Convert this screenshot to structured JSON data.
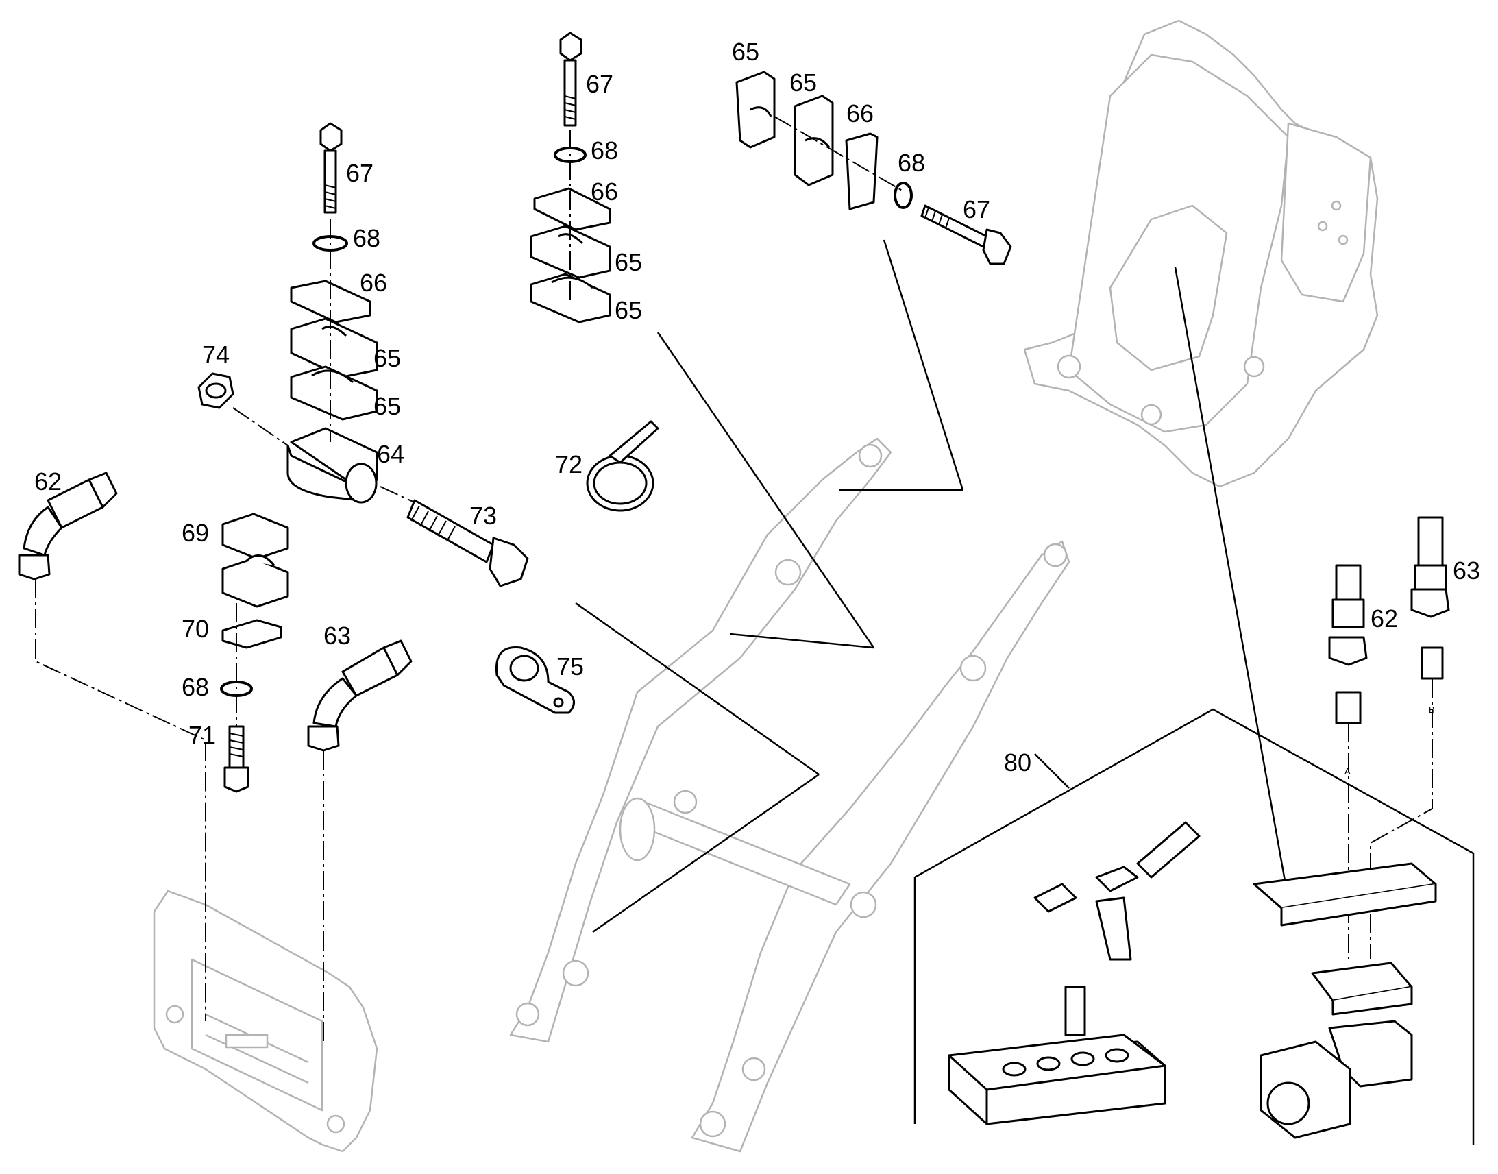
{
  "callouts": {
    "c62a": "62",
    "c63a": "63",
    "c64": "64",
    "c65a": "65",
    "c65b": "65",
    "c66a": "66",
    "c67a": "67",
    "c68a": "68",
    "c69": "69",
    "c70": "70",
    "c68b": "68",
    "c71": "71",
    "c74": "74",
    "c67b": "67",
    "c68c": "68",
    "c66b": "66",
    "c65c": "65",
    "c65d": "65",
    "c65e": "65",
    "c65f": "65",
    "c66c": "66",
    "c68d": "68",
    "c67c": "67",
    "c72": "72",
    "c73": "73",
    "c75": "75",
    "c80": "80",
    "c62b": "62",
    "c63b": "63"
  },
  "ports": {
    "a": "A",
    "b": "B"
  },
  "colors": {
    "line": "#000000",
    "ghost": "#b3b3b3",
    "background": "#ffffff"
  }
}
